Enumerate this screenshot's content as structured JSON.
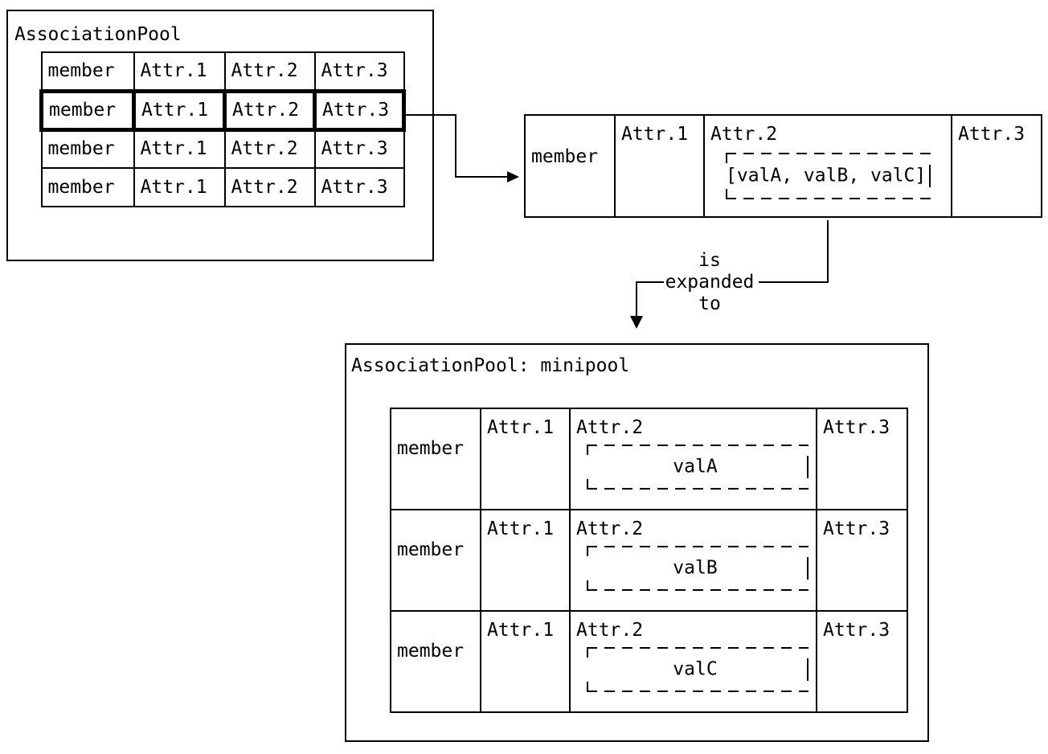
{
  "pool1": {
    "title": "AssociationPool",
    "rows": [
      [
        "member",
        "Attr.1",
        "Attr.2",
        "Attr.3"
      ],
      [
        "member",
        "Attr.1",
        "Attr.2",
        "Attr.3"
      ],
      [
        "member",
        "Attr.1",
        "Attr.2",
        "Attr.3"
      ],
      [
        "member",
        "Attr.1",
        "Attr.2",
        "Attr.3"
      ]
    ],
    "highlighted_row_index": 1
  },
  "pool2": {
    "member": "member",
    "attr1": "Attr.1",
    "attr2": "Attr.2",
    "attr3": "Attr.3",
    "attr2_value": "[valA, valB, valC]"
  },
  "arrow_label": {
    "line1": "is",
    "line2": "expanded",
    "line3": "to"
  },
  "pool3": {
    "title": "AssociationPool: minipool",
    "rows": [
      {
        "member": "member",
        "attr1": "Attr.1",
        "attr2": "Attr.2",
        "attr3": "Attr.3",
        "value": "valA"
      },
      {
        "member": "member",
        "attr1": "Attr.1",
        "attr2": "Attr.2",
        "attr3": "Attr.3",
        "value": "valB"
      },
      {
        "member": "member",
        "attr1": "Attr.1",
        "attr2": "Attr.2",
        "attr3": "Attr.3",
        "value": "valC"
      }
    ]
  },
  "colors": {
    "line": "#000000",
    "background": "#ffffff"
  }
}
